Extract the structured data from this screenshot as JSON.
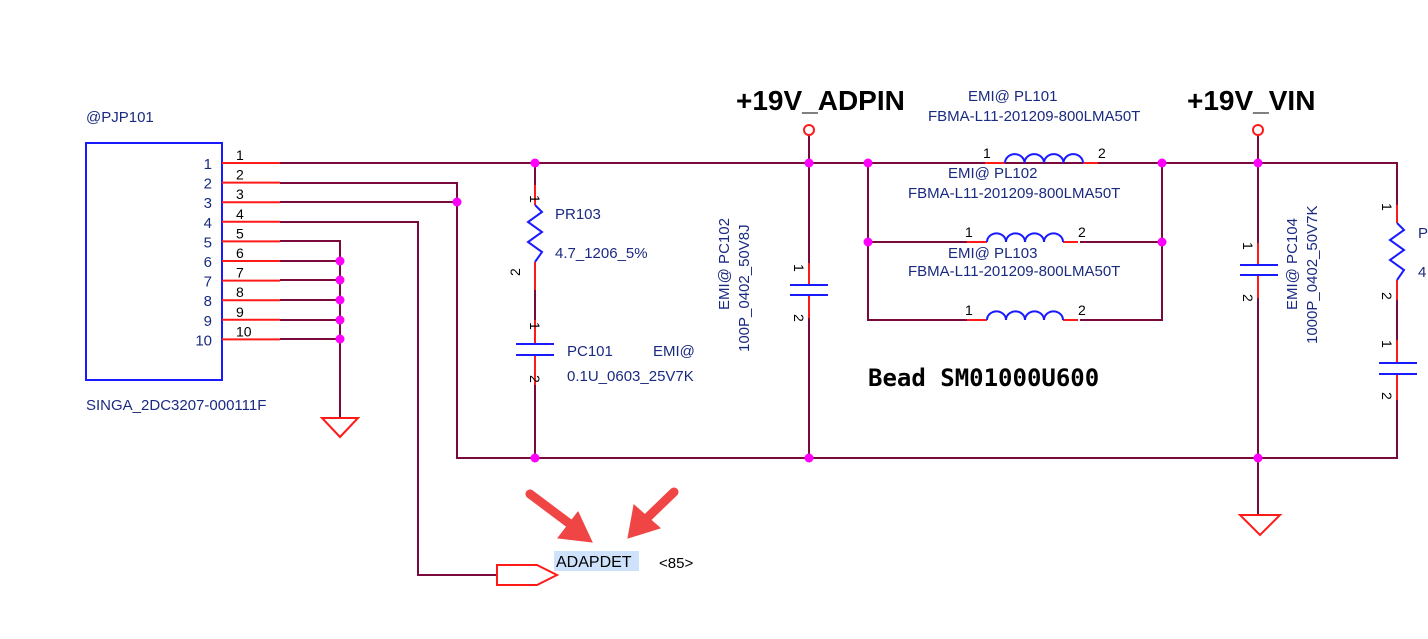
{
  "connector": {
    "ref": "@PJP101",
    "part": "SINGA_2DC3207-000111F",
    "pins": [
      "1",
      "2",
      "3",
      "4",
      "5",
      "6",
      "7",
      "8",
      "9",
      "10"
    ]
  },
  "nets": {
    "adpin": "+19V_ADPIN",
    "vin": "+19V_VIN",
    "adapdet": "ADAPDET",
    "adapdet_page": "<85>"
  },
  "components": {
    "pr103": {
      "ref": "PR103",
      "value": "4.7_1206_5%",
      "pin1": "1",
      "pin2": "2"
    },
    "pc101": {
      "ref": "PC101",
      "tag": "EMI@",
      "value": "0.1U_0603_25V7K",
      "pin1": "1",
      "pin2": "2"
    },
    "pc102": {
      "ref": "EMI@ PC102",
      "value": "100P_0402_50V8J",
      "pin1": "1",
      "pin2": "2"
    },
    "pl101": {
      "ref": "EMI@  PL101",
      "value": "FBMA-L11-201209-800LMA50T",
      "pin1": "1",
      "pin2": "2"
    },
    "pl102": {
      "ref": "EMI@  PL102",
      "value": "FBMA-L11-201209-800LMA50T",
      "pin1": "1",
      "pin2": "2"
    },
    "pl103": {
      "ref": "EMI@  PL103",
      "value": "FBMA-L11-201209-800LMA50T",
      "pin1": "1",
      "pin2": "2"
    },
    "bead4": {
      "pin1": "1",
      "pin2": "2"
    },
    "pc104": {
      "ref": "EMI@    PC104",
      "value": "1000P_0402_50V7K",
      "pin1": "1",
      "pin2": "2"
    },
    "right_res": {
      "ref": "P",
      "value": "4",
      "pin1": "1",
      "pin2": "2"
    },
    "right_cap": {
      "pin1": "1",
      "pin2": "2"
    }
  },
  "bead_note": "Bead SM01000U600",
  "colors": {
    "wire": "#7a0a3c",
    "pin": "#ff1a1a",
    "symbol": "#1a1aff",
    "junction": "#ff00ff",
    "arrow": "#f04545",
    "highlight": "#cfe2fb"
  }
}
